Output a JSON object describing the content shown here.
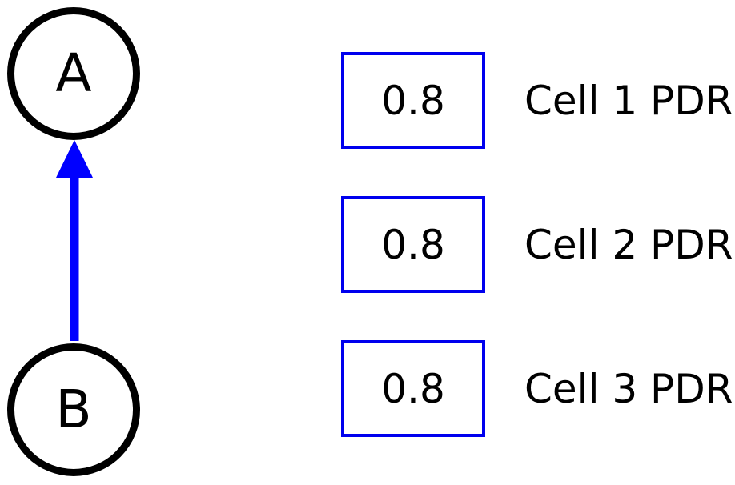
{
  "nodes": {
    "a": {
      "label": "A"
    },
    "b": {
      "label": "B"
    }
  },
  "edge": {
    "from": "B",
    "to": "A",
    "color": "#0000ff"
  },
  "cells": [
    {
      "value": "0.8",
      "label": "Cell 1 PDR"
    },
    {
      "value": "0.8",
      "label": "Cell 2 PDR"
    },
    {
      "value": "0.8",
      "label": "Cell 3 PDR"
    }
  ],
  "colors": {
    "node_border": "#000000",
    "cell_border": "#0000ee",
    "arrow": "#0000ff"
  }
}
